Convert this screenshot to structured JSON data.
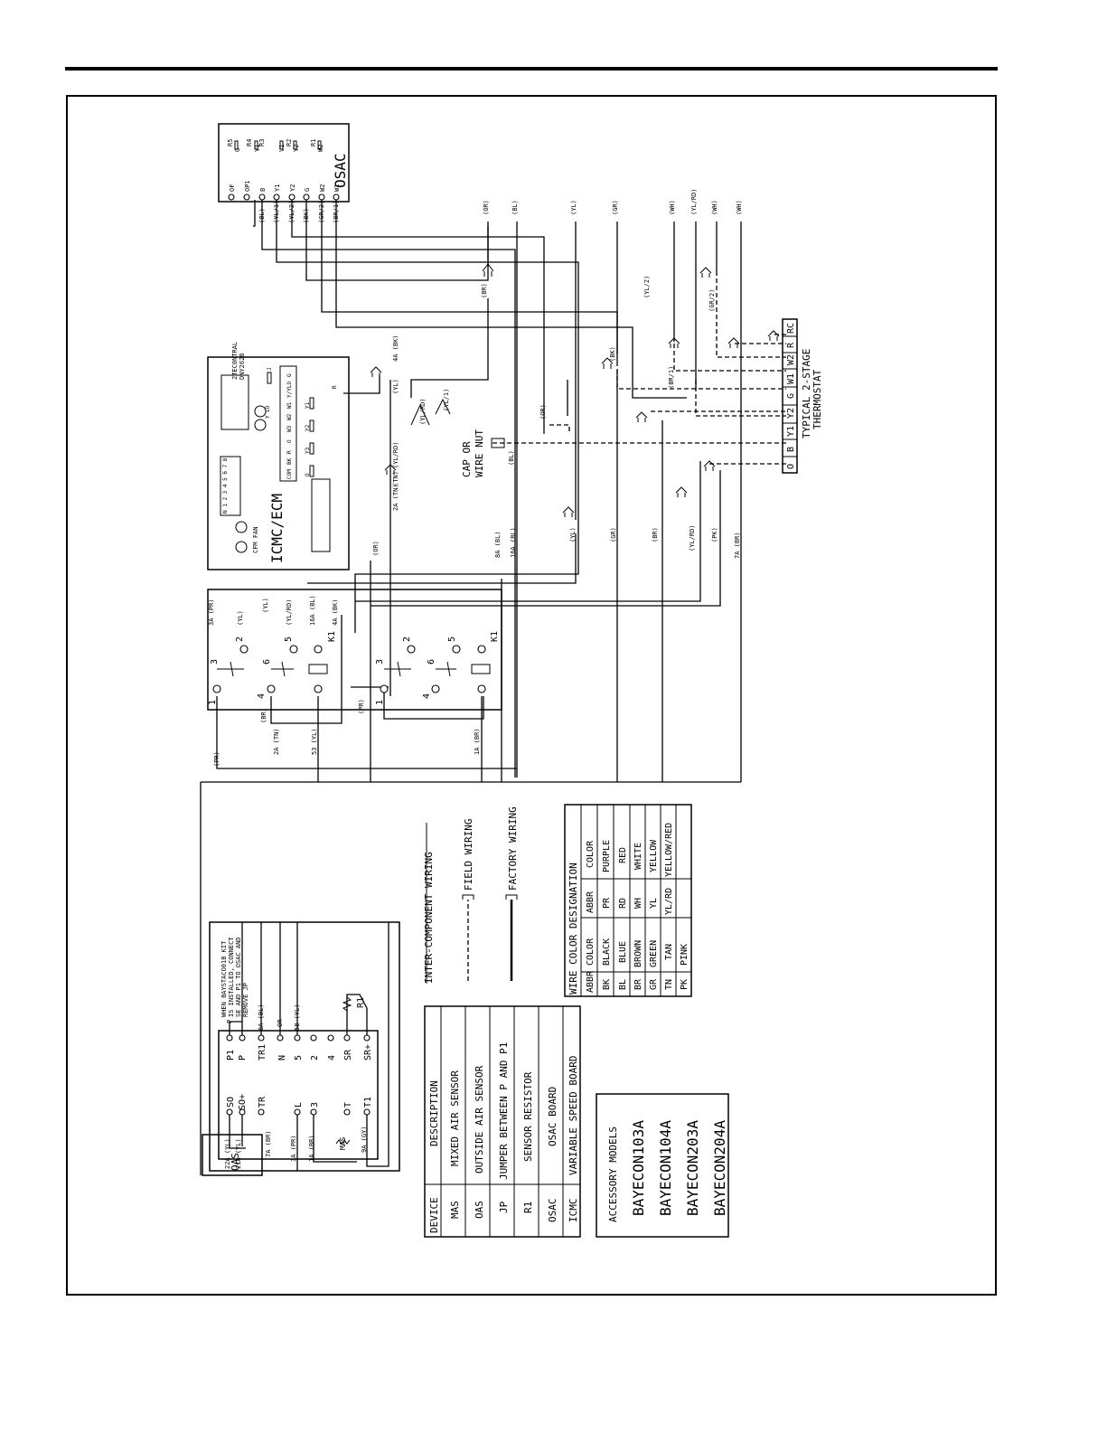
{
  "devices": {
    "osac": {
      "title": "OSAC",
      "left_labels": [
        "OF",
        "OP1",
        "B",
        "Y1",
        "Y2",
        "G",
        "W2",
        "W1"
      ],
      "relays": [
        "R5",
        "G",
        "R4",
        "Y1",
        "R3",
        "V1",
        "R2",
        "Y2",
        "R1",
        "W2"
      ],
      "wires": [
        "(BL)",
        "(YL/1)",
        "(YL/2)",
        "(BK)",
        "(GR/2)",
        "(BR/1)"
      ]
    },
    "icmc": {
      "title": "ICMC/ECM",
      "part": "2TEC0NTRAL\nDNY2628",
      "fan_label": "CFM  FAN",
      "dip_label": "N 1 2 3 4 5 6 7 8",
      "terminals": [
        "G",
        "Y/YLO",
        "W1",
        "W2",
        "W3",
        "O",
        "R",
        "BK",
        "COM"
      ],
      "extra": [
        "Y1",
        "Y2",
        "Y3",
        "O",
        "R",
        "J",
        "Y LO"
      ]
    },
    "relay": {
      "upper_pins": [
        "1",
        "3",
        "2",
        "4",
        "6",
        "5",
        "K1"
      ],
      "lower_pins": [
        "1",
        "3",
        "2",
        "4",
        "6",
        "5",
        "K1"
      ],
      "labels": [
        "3A (PR)",
        "(YL)",
        "(YL)",
        "(YL/RD)",
        "16A (BL)",
        "4A (BK)",
        "(BR)",
        "2A (TN)",
        "53 (YL)",
        "(PR)",
        "1A (BR)",
        "(PR)"
      ]
    },
    "thermostat": {
      "terminals": [
        "O",
        "B",
        "Y1",
        "Y2",
        "G",
        "W1",
        "W2",
        "R",
        "RC"
      ],
      "title": "TYPICAL 2-STAGE",
      "subtitle": "THERMOSTAT"
    },
    "cap_note": "CAP OR\nWIRE NUT",
    "wire_top_labels": [
      "(OR)",
      "(BL)",
      "(YL)",
      "(GR)",
      "(WH)",
      "(YL/RD)",
      "(WH)",
      "(WH)"
    ],
    "wire_mid_labels": [
      "4A (BK)",
      "(YL)",
      "(YL/RD)",
      "(YL/1)",
      "(YL/2)",
      "(GR/2)",
      "(BR/1)",
      "(BK)",
      "(BR)",
      "(OR)",
      "(BL)",
      "(TN)",
      "2A (TN)",
      "(YL/RD)",
      "8A (BL)",
      "16A (BL)",
      "(YL)",
      "(GR)",
      "(BR)",
      "(YL/RD)",
      "(PK)",
      "7A (BR)",
      "(OR)"
    ]
  },
  "oas_block": {
    "note": "WHEN BAYSTACO01B KIT\nIS INSTALLED, CONNECT\nSE AND P1 TO OSAC AND\nREMOVE JP",
    "oas_label": "OAS",
    "left_terms": [
      "SO",
      "SO+",
      "TR",
      "L",
      "3",
      "T",
      "T1"
    ],
    "right_terms": [
      "P1",
      "P",
      "TR1",
      "N",
      "5",
      "2",
      "4",
      "SR",
      "SR+"
    ],
    "wires": [
      "22A (YL)",
      "21A (YL)",
      "7A (BR)",
      "3A (PR)",
      "1A (BR)",
      "8A (BL)",
      "OR",
      "5B (YL)",
      "9A (GY)",
      "P",
      "JP"
    ],
    "mas": "MAS",
    "r1": "R1"
  },
  "legend_wiring": {
    "title": "INTER-COMPONENT WIRING",
    "field": "FIELD WIRING",
    "factory": "FACTORY WIRING"
  },
  "color_table": {
    "title": "WIRE COLOR DESIGNATION",
    "headers": [
      "ABBR",
      "COLOR",
      "ABBR",
      "COLOR"
    ],
    "rows": [
      [
        "BK",
        "BLACK",
        "PR",
        "PURPLE"
      ],
      [
        "BL",
        "BLUE",
        "RD",
        "RED"
      ],
      [
        "BR",
        "BROWN",
        "WH",
        "WHITE"
      ],
      [
        "GR",
        "GREEN",
        "YL",
        "YELLOW"
      ],
      [
        "TN",
        "TAN",
        "YL/RD",
        "YELLOW/RED"
      ],
      [
        "PK",
        "PINK",
        "",
        ""
      ]
    ]
  },
  "device_table": {
    "headers": [
      "DEVICE",
      "DESCRIPTION"
    ],
    "rows": [
      [
        "MAS",
        "MIXED AIR SENSOR"
      ],
      [
        "OAS",
        "OUTSIDE AIR SENSOR"
      ],
      [
        "JP",
        "JUMPER BETWEEN P AND P1"
      ],
      [
        "R1",
        "SENSOR RESISTOR"
      ],
      [
        "OSAC",
        "OSAC BOARD"
      ],
      [
        "ICMC",
        "VARIABLE SPEED BOARD"
      ]
    ]
  },
  "accessory": {
    "title": "ACCESSORY MODELS",
    "models": [
      "BAYECON103A",
      "BAYECON104A",
      "BAYECON203A",
      "BAYECON204A"
    ]
  }
}
